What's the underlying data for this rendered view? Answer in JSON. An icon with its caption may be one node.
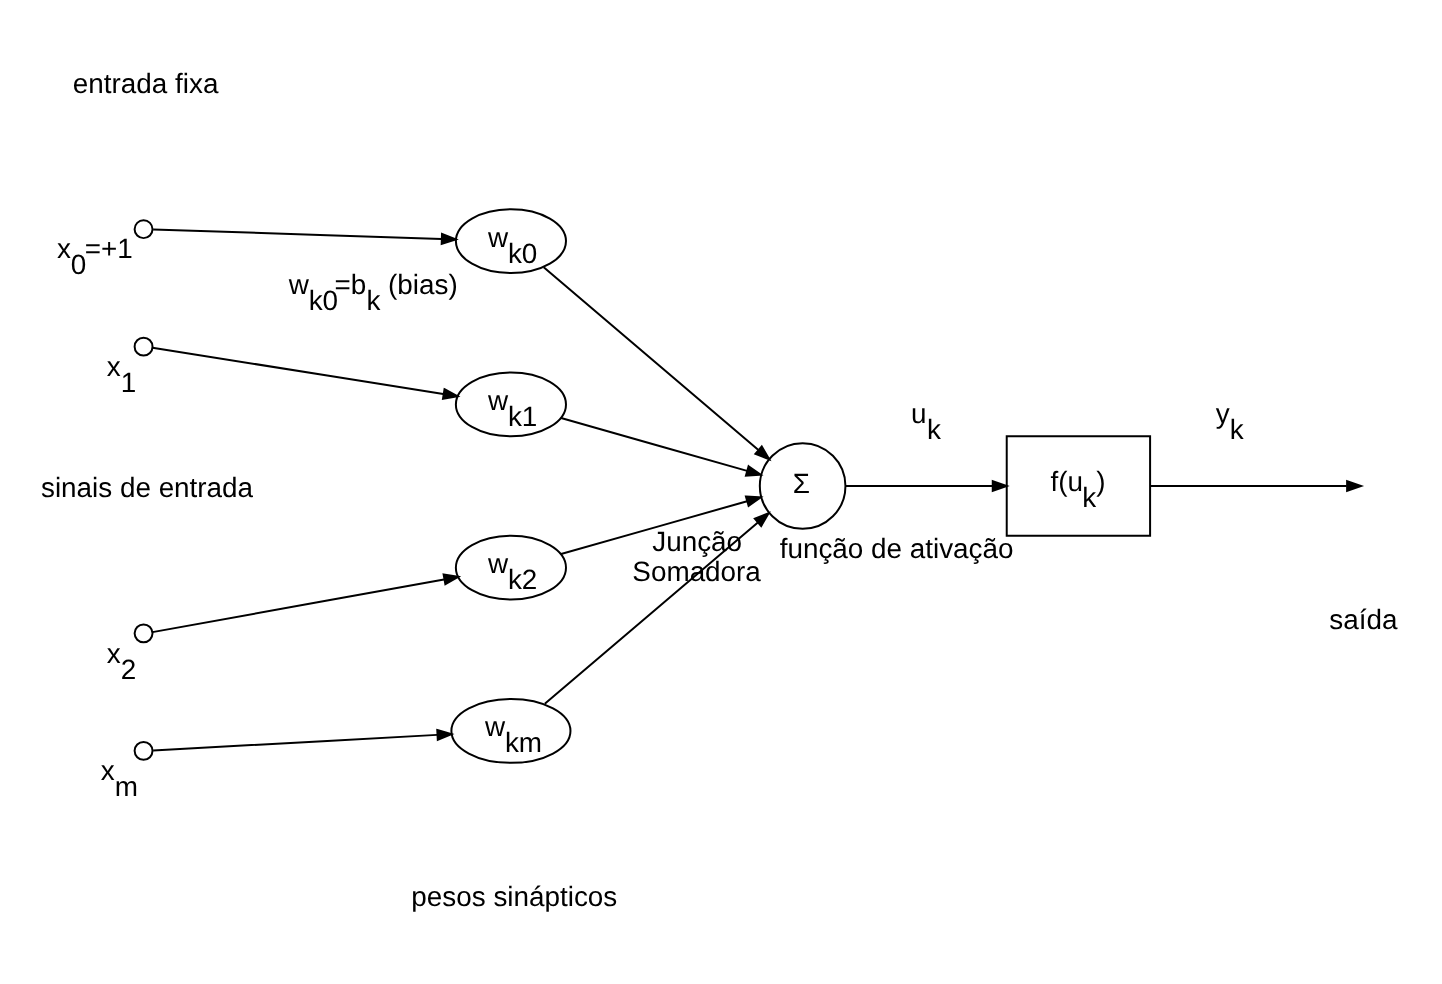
{
  "diagram": {
    "nodes": [
      {
        "text": [],
        "shape": "circle",
        "beside": [
          "x$_{0}$=+1"
        ]
      },
      {
        "text": [
          "w$_{k0}$"
        ],
        "beside": [
          "w$_{k0}$=b$_{k}$ (bias)"
        ]
      },
      {
        "text": [],
        "shape": "circle",
        "beside": [
          "x$_{1}$"
        ]
      },
      {
        "text": [
          "w$_{k1}$"
        ]
      },
      {
        "text": [],
        "shape": "circle",
        "beside": [
          "x$_{2}$"
        ]
      },
      {
        "text": [
          "w$_{k2}$"
        ]
      },
      {
        "text": [],
        "shape": "circle",
        "beside": [
          "x$_{m}$"
        ]
      },
      {
        "text": [
          "w$_{km}$"
        ]
      },
      {
        "text": [
          "Σ"
        ],
        "beside": [
          "Junção Somadora"
        ]
      },
      {
        "text": [
          "f(u$_{k}$)"
        ],
        "beside": [
          "função de ativação"
        ]
      }
    ],
    "edges": [
      {
        "from": 0,
        "to": 1,
        "arrow": "to"
      },
      {
        "from": 1,
        "to": 8,
        "arrow": "to"
      },
      {
        "from": 2,
        "to": 3,
        "arrow": "to"
      },
      {
        "from": 3,
        "to": 8,
        "arrow": "to"
      },
      {
        "from": 4,
        "to": 5,
        "arrow": "to"
      },
      {
        "from": 5,
        "to": 8,
        "arrow": "to"
      },
      {
        "from": 6,
        "to": 7,
        "arrow": "to"
      },
      {
        "from": 7,
        "to": 8,
        "arrow": "to"
      },
      {
        "from": 8,
        "to": 9,
        "arrow": "to",
        "label": "u$_{k}$"
      },
      {
        "from": 9,
        "to": null,
        "arrow": "to",
        "label": "y$_{k}$"
      }
    ],
    "labels": [
      "entrada fixa",
      "sinais de entrada",
      "pesos sinápticos",
      "saída"
    ]
  }
}
